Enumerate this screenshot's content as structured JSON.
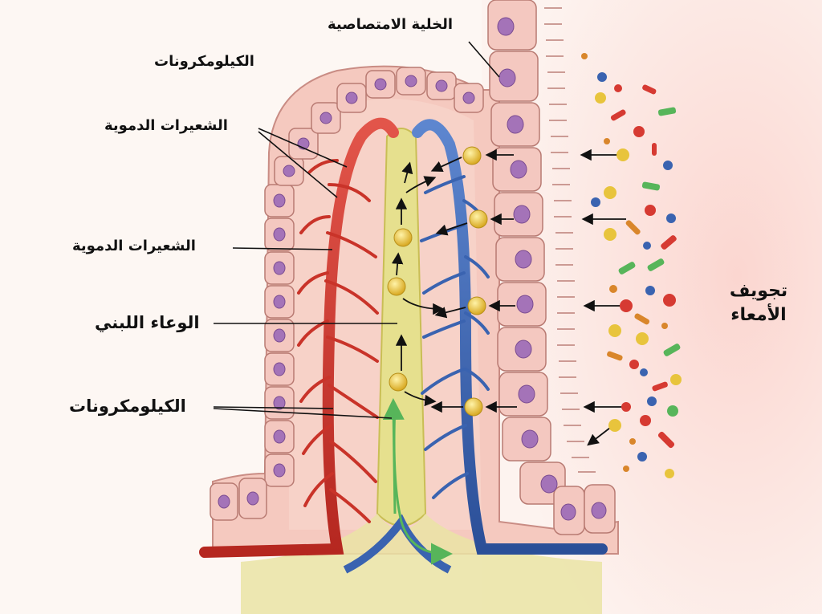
{
  "labels": {
    "absorptive_cell": "الخلية الامتصاصية",
    "chylomicrons_top": "الكيلومكرونات",
    "blood_capillaries_1": "الشعيرات الدموية",
    "blood_capillaries_2": "الشعيرات الدموية",
    "lacteal": "الوعاء اللبني",
    "chylomicrons_bottom": "الكيلومكرونات",
    "intestinal_lumen_line1": "تجويف",
    "intestinal_lumen_line2": "الأمعاء"
  },
  "colors": {
    "artery": "#d63a32",
    "vein": "#3a63b0",
    "lacteal": "#e6e08e",
    "cell": "#f3c7c0",
    "nucleus": "#a473b8",
    "chylomicron": "#e8c43c",
    "lumen_bg": "#fbe0dc"
  }
}
